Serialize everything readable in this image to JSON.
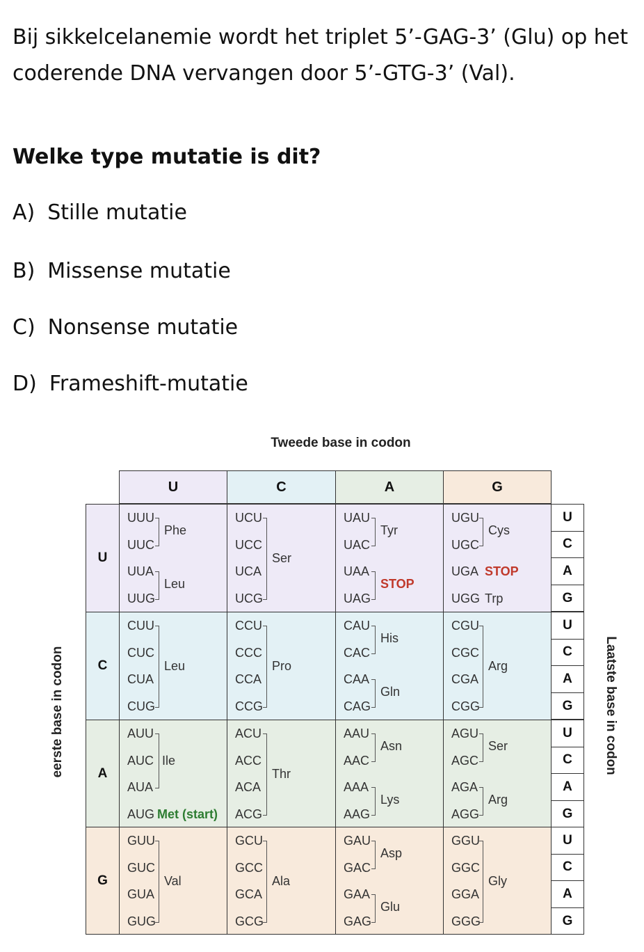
{
  "question": {
    "text": "Bij sikkelcelanemie wordt het triplet 5’-GAG-3’ (Glu) op het coderende DNA vervangen door 5’-GTG-3’ (Val).",
    "title": "Welke type mutatie is dit?",
    "options": [
      {
        "letter": "A)",
        "label": "Stille mutatie"
      },
      {
        "letter": "B)",
        "label": "Missense mutatie"
      },
      {
        "letter": "C)",
        "label": "Nonsense mutatie"
      },
      {
        "letter": "D)",
        "label": "Frameshift-mutatie"
      }
    ]
  },
  "table": {
    "top_label": "Tweede base in codon",
    "left_label": "eerste base in codon",
    "right_label": "Laatste base in codon",
    "bases": [
      "U",
      "C",
      "A",
      "G"
    ],
    "colors": {
      "U": "#eeeaf7",
      "C": "#e3f1f5",
      "A": "#e6eee4",
      "G": "#f8eadc",
      "stop": "#c0392b",
      "start": "#2e7d32"
    },
    "cells": {
      "UU": {
        "codons": [
          "UUU",
          "UUC",
          "UUA",
          "UUG"
        ],
        "aa": [
          "Phe",
          "Leu"
        ]
      },
      "UC": {
        "codons": [
          "UCU",
          "UCC",
          "UCA",
          "UCG"
        ],
        "aa": [
          "Ser"
        ]
      },
      "UA": {
        "codons": [
          "UAU",
          "UAC",
          "UAA",
          "UAG"
        ],
        "aa": [
          "Tyr",
          "STOP"
        ]
      },
      "UG": {
        "codons": [
          "UGU",
          "UGC",
          "UGA",
          "UGG"
        ],
        "aa": [
          "Cys",
          "STOP",
          "Trp"
        ]
      },
      "CU": {
        "codons": [
          "CUU",
          "CUC",
          "CUA",
          "CUG"
        ],
        "aa": [
          "Leu"
        ]
      },
      "CC": {
        "codons": [
          "CCU",
          "CCC",
          "CCA",
          "CCG"
        ],
        "aa": [
          "Pro"
        ]
      },
      "CA": {
        "codons": [
          "CAU",
          "CAC",
          "CAA",
          "CAG"
        ],
        "aa": [
          "His",
          "Gln"
        ]
      },
      "CG": {
        "codons": [
          "CGU",
          "CGC",
          "CGA",
          "CGG"
        ],
        "aa": [
          "Arg"
        ]
      },
      "AU": {
        "codons": [
          "AUU",
          "AUC",
          "AUA",
          "AUG"
        ],
        "aa": [
          "Ile",
          "Met (start)"
        ]
      },
      "AC": {
        "codons": [
          "ACU",
          "ACC",
          "ACA",
          "ACG"
        ],
        "aa": [
          "Thr"
        ]
      },
      "AA": {
        "codons": [
          "AAU",
          "AAC",
          "AAA",
          "AAG"
        ],
        "aa": [
          "Asn",
          "Lys"
        ]
      },
      "AG": {
        "codons": [
          "AGU",
          "AGC",
          "AGA",
          "AGG"
        ],
        "aa": [
          "Ser",
          "Arg"
        ]
      },
      "GU": {
        "codons": [
          "GUU",
          "GUC",
          "GUA",
          "GUG"
        ],
        "aa": [
          "Val"
        ]
      },
      "GC": {
        "codons": [
          "GCU",
          "GCC",
          "GCA",
          "GCG"
        ],
        "aa": [
          "Ala"
        ]
      },
      "GA": {
        "codons": [
          "GAU",
          "GAC",
          "GAA",
          "GAG"
        ],
        "aa": [
          "Asp",
          "Glu"
        ]
      },
      "GG": {
        "codons": [
          "GGU",
          "GGC",
          "GGA",
          "GGG"
        ],
        "aa": [
          "Gly"
        ]
      }
    }
  }
}
